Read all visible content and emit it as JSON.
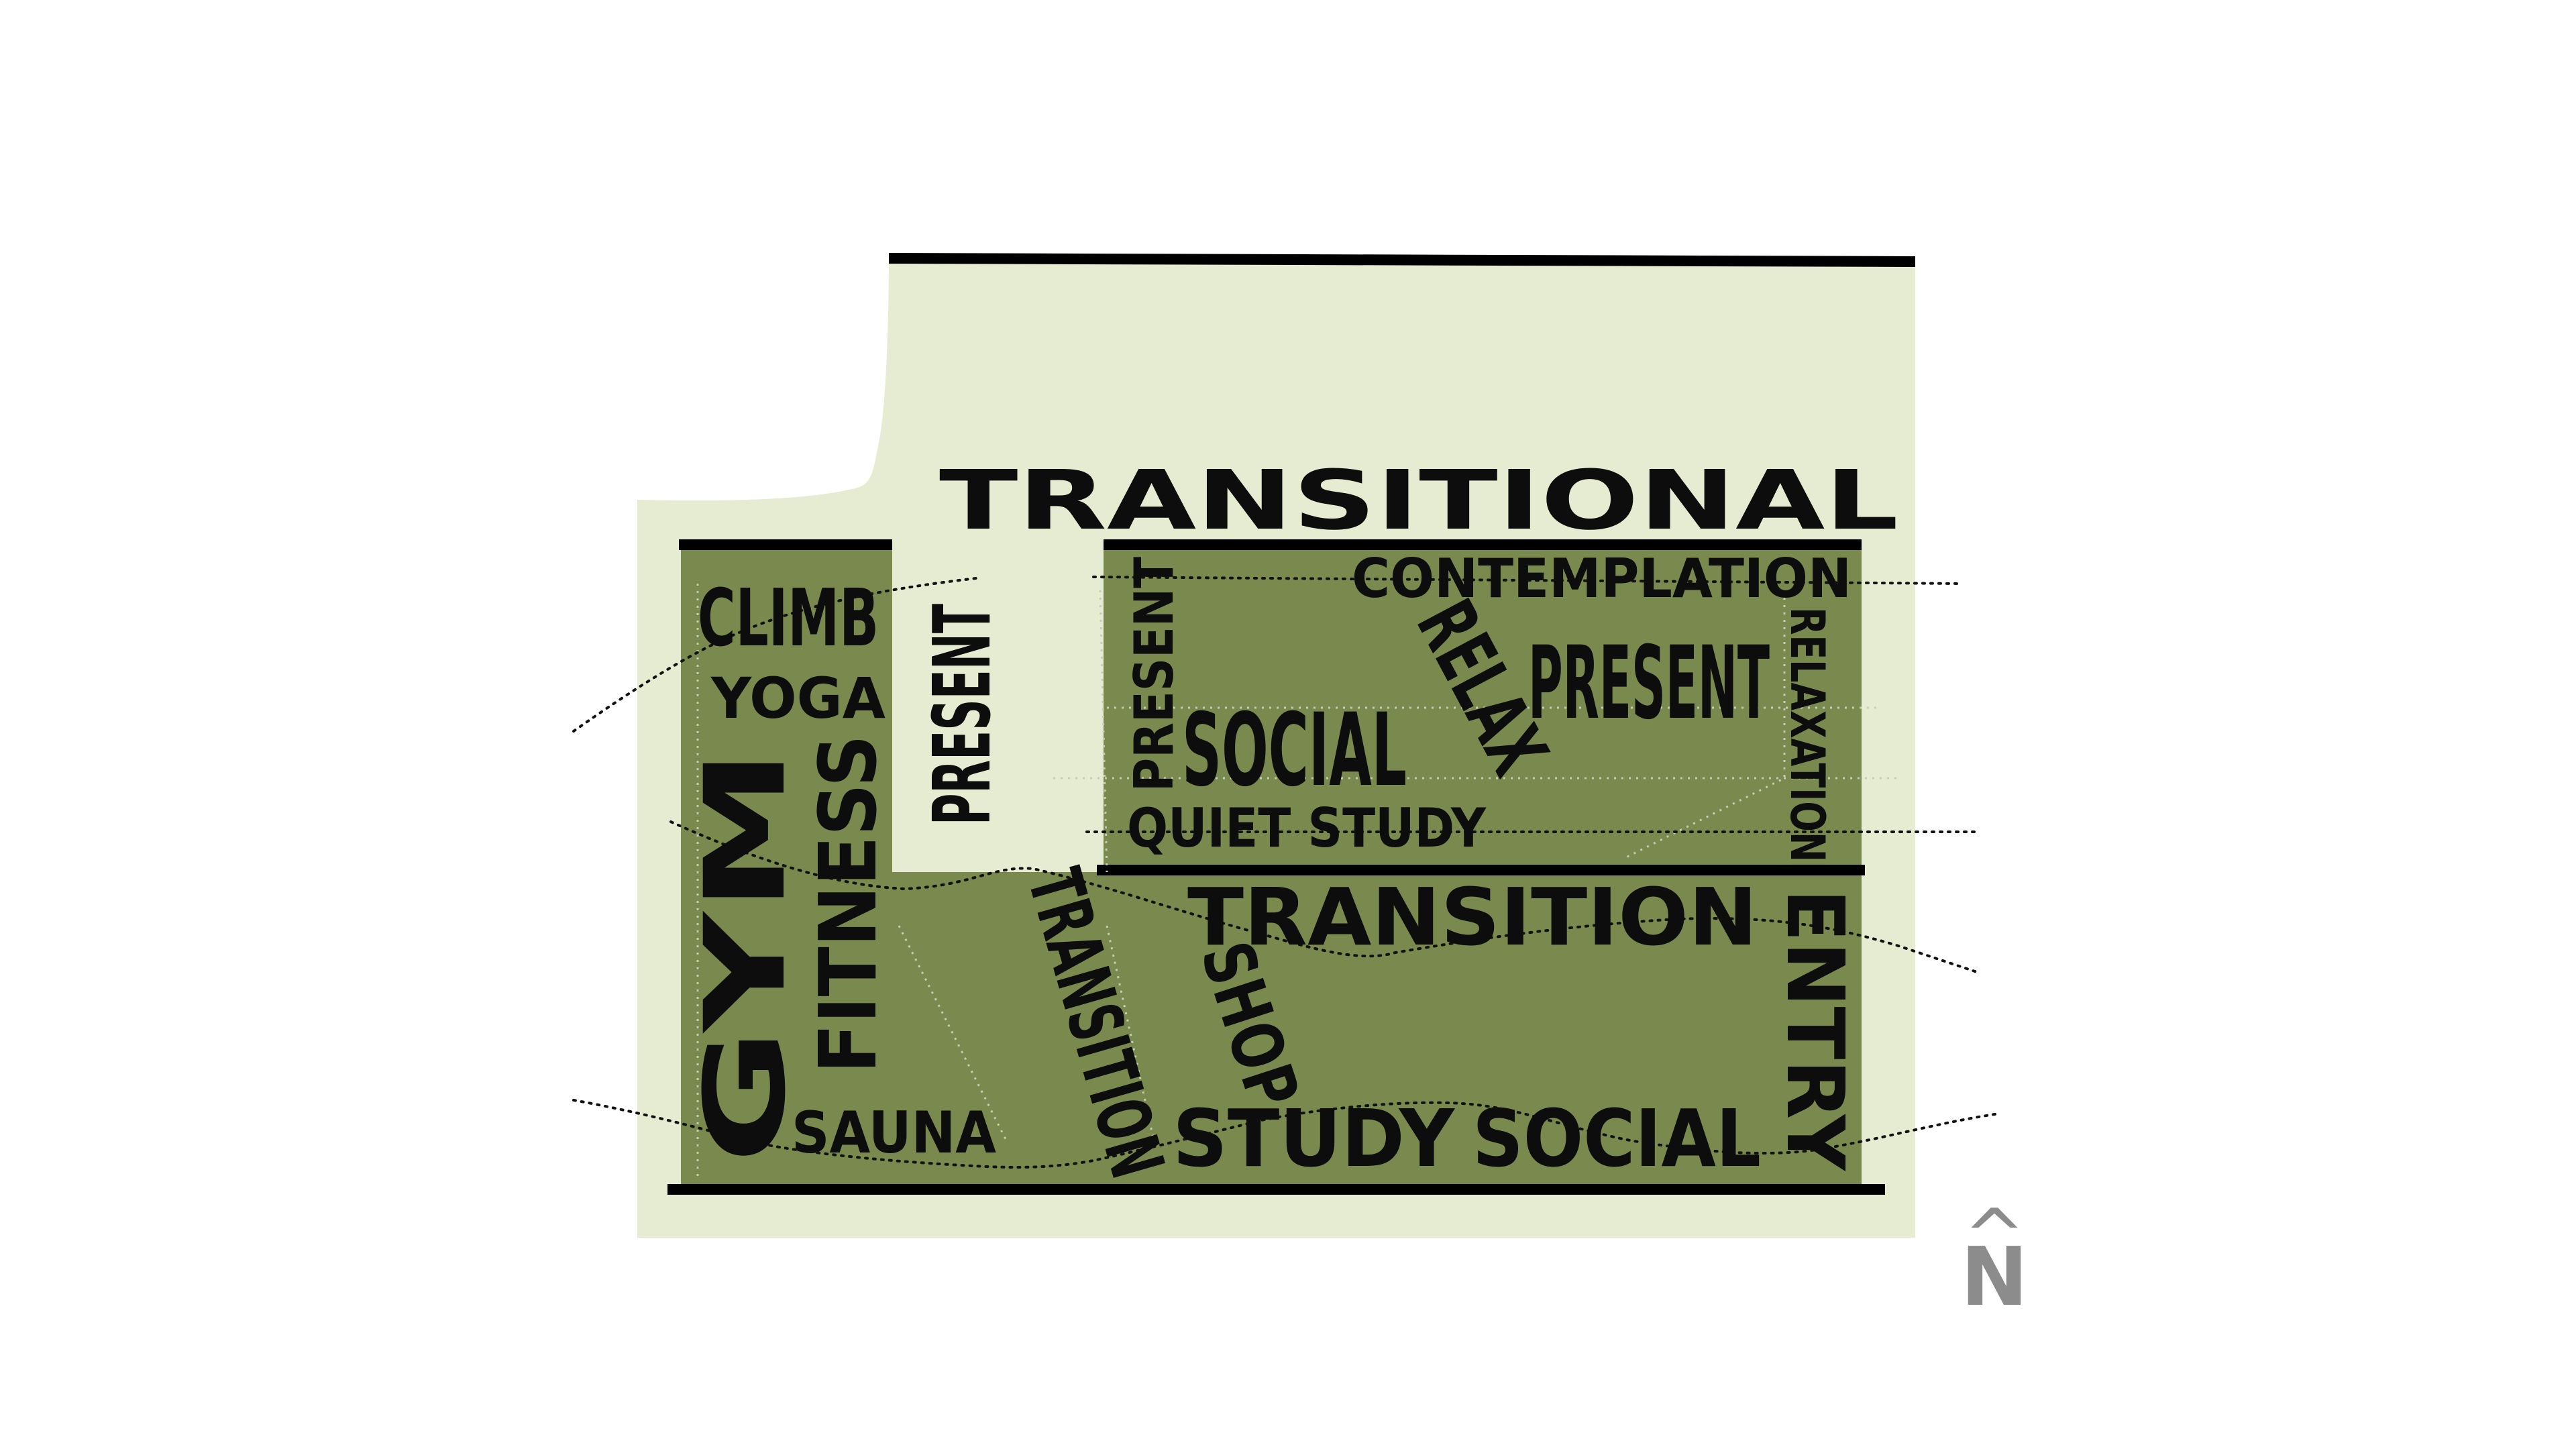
{
  "colors": {
    "site": "#e6ecd1",
    "zone": "#7a8a4e",
    "text": "#0d0d0d",
    "wall": "#000000",
    "north": "#8c8c8c"
  },
  "labels": {
    "transitional": "TRANSITIONAL",
    "climb": "CLIMB",
    "yoga": "YOGA",
    "present_left": "PRESENT",
    "gym": "GYM",
    "fitness": "FITNESS",
    "sauna": "SAUNA",
    "transition_diag": "TRANSITION",
    "present_upper_vertical": "PRESENT",
    "contemplation": "CONTEMPLATION",
    "social_upper": "SOCIAL",
    "relax": "RELAX",
    "present_upper_large": "PRESENT",
    "relaxation": "RELAXATION",
    "quiet_study": "QUIET STUDY",
    "transition_lower": "TRANSITION",
    "shop": "SHOP",
    "entry": "ENTRY",
    "study": "STUDY",
    "social_lower": "SOCIAL"
  },
  "north_arrow": {
    "caret": "^",
    "letter": "N"
  }
}
